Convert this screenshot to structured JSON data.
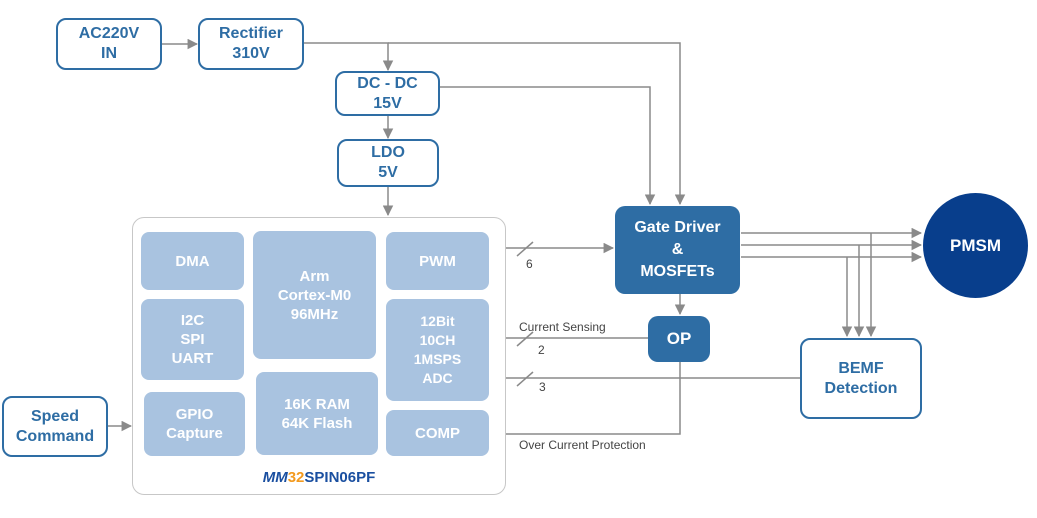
{
  "blocks": {
    "ac_in": {
      "line1": "AC220V",
      "line2": "IN"
    },
    "rectifier": {
      "line1": "Rectifier",
      "line2": "310V"
    },
    "dcdc": {
      "line1": "DC - DC",
      "line2": "15V"
    },
    "ldo": {
      "line1": "LDO",
      "line2": "5V"
    },
    "gate_driver": {
      "line1": "Gate Driver",
      "line2": "&",
      "line3": "MOSFETs"
    },
    "op": {
      "label": "OP"
    },
    "bemf": {
      "line1": "BEMF",
      "line2": "Detection"
    },
    "speed_command": {
      "line1": "Speed",
      "line2": "Command"
    },
    "pmsm": {
      "label": "PMSM"
    }
  },
  "mcu": {
    "name_part1": "MM",
    "name_part2": "32",
    "name_part3": "SPIN06PF",
    "modules": {
      "dma": "DMA",
      "arm": {
        "line1": "Arm",
        "line2": "Cortex-M0",
        "line3": "96MHz"
      },
      "pwm": "PWM",
      "comm": {
        "line1": "I2C",
        "line2": "SPI",
        "line3": "UART"
      },
      "adc": {
        "line1": "12Bit",
        "line2": "10CH",
        "line3": "1MSPS",
        "line4": "ADC"
      },
      "gpio": {
        "line1": "GPIO",
        "line2": "Capture"
      },
      "memory": {
        "line1": "16K RAM",
        "line2": "64K Flash"
      },
      "comp": "COMP"
    }
  },
  "signals": {
    "pwm_bus_width": "6",
    "current_sensing": "Current Sensing",
    "current_sensing_width": "2",
    "bemf_bus_width": "3",
    "over_current": "Over Current Protection"
  },
  "colors": {
    "primary": "#2e6da4",
    "module_fill": "#a9c3e0",
    "motor": "#083e8c",
    "wire": "#8a8a8a",
    "brand_blue": "#1a4fa0",
    "brand_orange": "#f39a1e"
  }
}
